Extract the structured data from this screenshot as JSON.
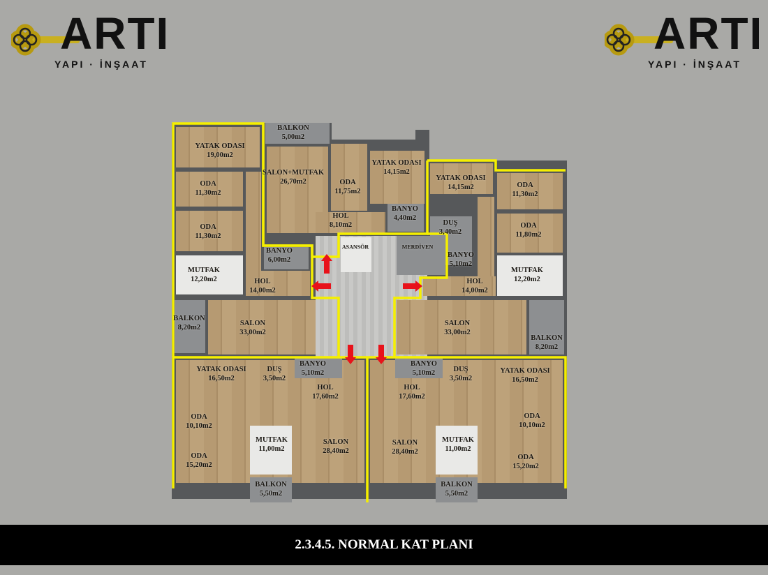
{
  "logo": {
    "name": "ARTI",
    "tagline": "YAPI · İNŞAAT"
  },
  "title": "2.3.4.5. NORMAL KAT PLANI",
  "colors": {
    "outline": "#f5ef00",
    "arrow": "#e8121a",
    "footer": "#000000",
    "background": "#a9a9a6"
  },
  "rooms": [
    {
      "name": "YATAK ODASI",
      "area": "19,00m2"
    },
    {
      "name": "ODA",
      "area": "11,30m2"
    },
    {
      "name": "ODA",
      "area": "11,30m2"
    },
    {
      "name": "MUTFAK",
      "area": "12,20m2"
    },
    {
      "name": "HOL",
      "area": "14,00m2"
    },
    {
      "name": "BALKON",
      "area": "8,20m2"
    },
    {
      "name": "SALON",
      "area": "33,00m2"
    },
    {
      "name": "BALKON",
      "area": "5,00m2"
    },
    {
      "name": "SALON+MUTFAK",
      "area": "26,70m2"
    },
    {
      "name": "ODA",
      "area": "11,75m2"
    },
    {
      "name": "YATAK ODASI",
      "area": "14,15m2"
    },
    {
      "name": "HOL",
      "area": "8,10m2"
    },
    {
      "name": "BANYO",
      "area": "4,40m2"
    },
    {
      "name": "BANYO",
      "area": "6,00m2"
    },
    {
      "name": "ASANSÖR",
      "area": ""
    },
    {
      "name": "MERDİVEN",
      "area": ""
    },
    {
      "name": "YATAK ODASI",
      "area": "14,15m2"
    },
    {
      "name": "ODA",
      "area": "11,30m2"
    },
    {
      "name": "DUŞ",
      "area": "3,40m2"
    },
    {
      "name": "ODA",
      "area": "11,80m2"
    },
    {
      "name": "BANYO",
      "area": "5,10m2"
    },
    {
      "name": "MUTFAK",
      "area": "12,20m2"
    },
    {
      "name": "HOL",
      "area": "14,00m2"
    },
    {
      "name": "SALON",
      "area": "33,00m2"
    },
    {
      "name": "BALKON",
      "area": "8,20m2"
    },
    {
      "name": "YATAK ODASI",
      "area": "16,50m2"
    },
    {
      "name": "DUŞ",
      "area": "3,50m2"
    },
    {
      "name": "BANYO",
      "area": "5,10m2"
    },
    {
      "name": "HOL",
      "area": "17,60m2"
    },
    {
      "name": "ODA",
      "area": "10,10m2"
    },
    {
      "name": "ODA",
      "area": "15,20m2"
    },
    {
      "name": "MUTFAK",
      "area": "11,00m2"
    },
    {
      "name": "SALON",
      "area": "28,40m2"
    },
    {
      "name": "BALKON",
      "area": "5,50m2"
    },
    {
      "name": "BANYO",
      "area": "5,10m2"
    },
    {
      "name": "DUŞ",
      "area": "3,50m2"
    },
    {
      "name": "HOL",
      "area": "17,60m2"
    },
    {
      "name": "YATAK ODASI",
      "area": "16,50m2"
    },
    {
      "name": "ODA",
      "area": "10,10m2"
    },
    {
      "name": "ODA",
      "area": "15,20m2"
    },
    {
      "name": "SALON",
      "area": "28,40m2"
    },
    {
      "name": "MUTFAK",
      "area": "11,00m2"
    },
    {
      "name": "BALKON",
      "area": "5,50m2"
    }
  ]
}
